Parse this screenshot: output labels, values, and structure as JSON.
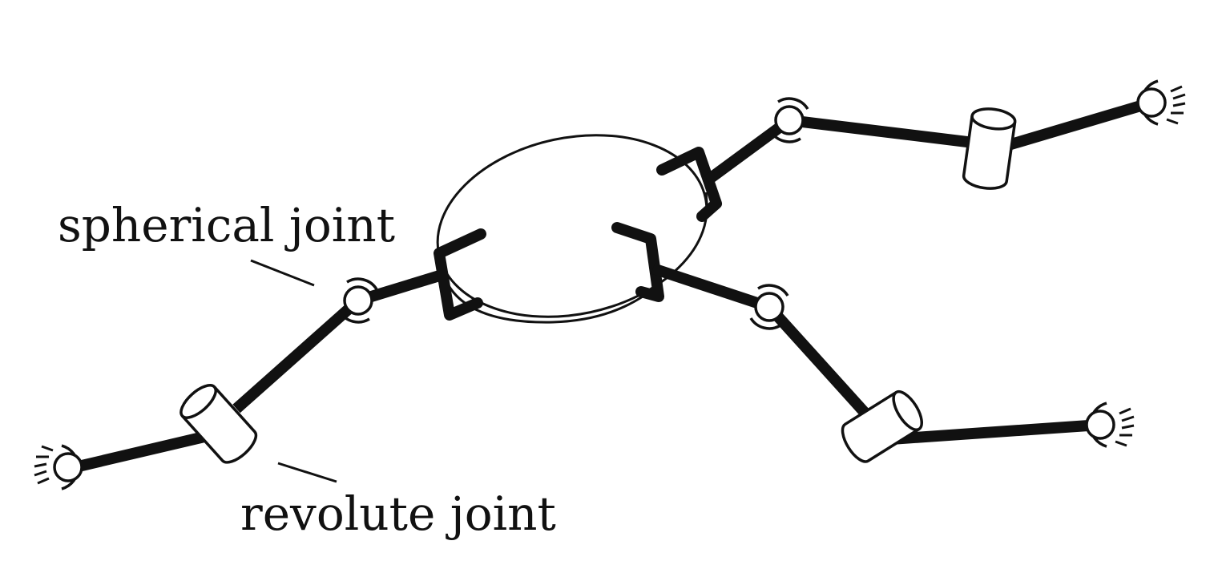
{
  "labels": {
    "spherical": "spherical joint",
    "revolute": "revolute joint"
  },
  "colors": {
    "ink": "#111111",
    "background": "#ffffff"
  },
  "components": {
    "platform": "ellipse-disc",
    "legs": 3,
    "joints_per_leg": [
      "ground-joint",
      "revolute-joint",
      "spherical-joint"
    ]
  }
}
